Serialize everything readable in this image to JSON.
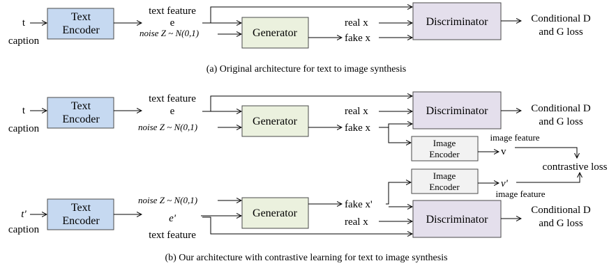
{
  "colors": {
    "encoder_fill": "#c6d9f1",
    "generator_fill": "#ebf1de",
    "discriminator_fill": "#e4dfec",
    "image_encoder_fill": "#f2f2f2"
  },
  "labels": {
    "t": "t",
    "t_prime": "t'",
    "caption": "caption",
    "text_encoder_line1": "Text",
    "text_encoder_line2": "Encoder",
    "text_feature": "text feature",
    "e": "e",
    "e_prime": "e'",
    "noise_word": "noise",
    "noise_formula": "Z ~ N(0,1)",
    "generator": "Generator",
    "real_x": "real x",
    "fake_x": "fake x",
    "fake_x_prime": "fake x'",
    "discriminator": "Discriminator",
    "loss_line1": "Conditional D",
    "loss_line2": "and G loss",
    "image_encoder_line1": "Image",
    "image_encoder_line2": "Encoder",
    "image_feature": "image feature",
    "v": "v",
    "v_prime": "v'",
    "contrastive_loss": "contrastive loss"
  },
  "captions": {
    "a": "(a)  Original architecture for text to image synthesis",
    "b": "(b)  Our architecture with contrastive learning for text to image synthesis"
  }
}
